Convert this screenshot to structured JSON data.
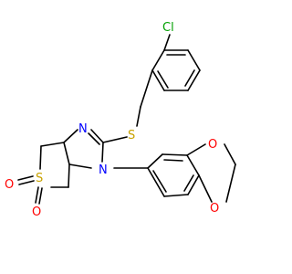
{
  "molecule": {
    "atoms": {
      "chlorine": "Cl",
      "sulfur_thioether": "S",
      "nitrogen_imine": "N",
      "nitrogen_amine": "N",
      "sulfur_sulfone": "S",
      "oxygen_sulfone_left": "O",
      "oxygen_sulfone_bottom": "O",
      "oxygen_dioxole_upper": "O",
      "oxygen_dioxole_lower": "O"
    },
    "colors": {
      "carbon_bond": "#000000",
      "nitrogen": "#0000ff",
      "sulfur": "#c8a200",
      "oxygen": "#ff0000",
      "chlorine": "#00a000"
    }
  }
}
